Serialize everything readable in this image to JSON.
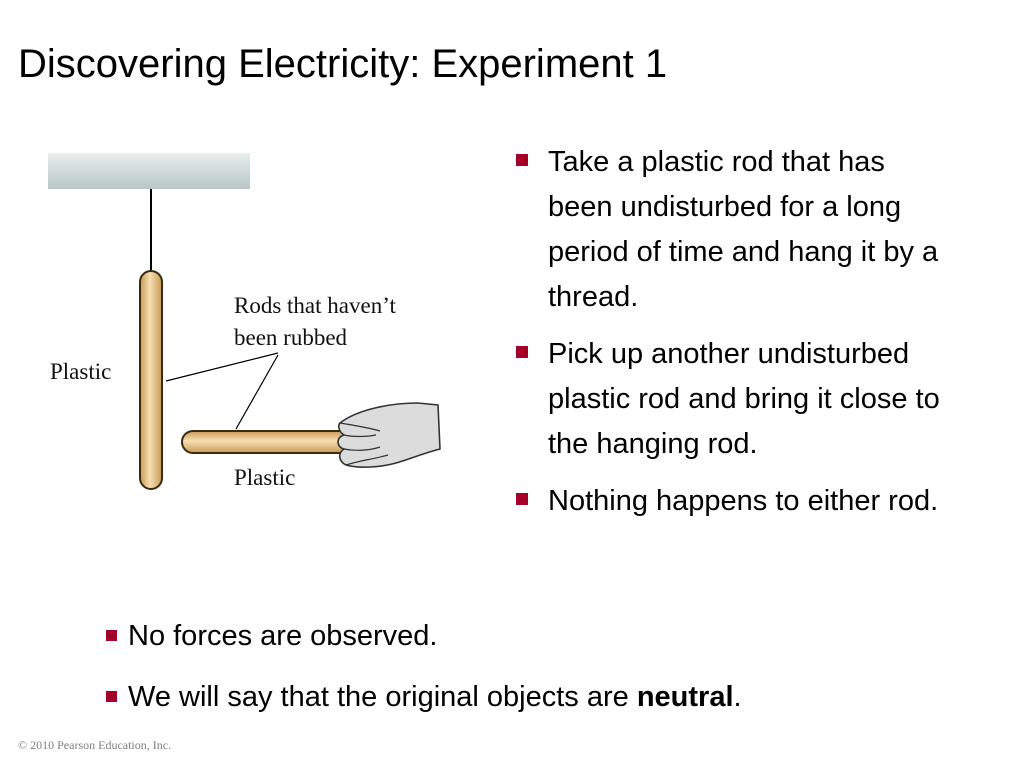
{
  "slide": {
    "title": "Discovering Electricity: Experiment 1"
  },
  "figure": {
    "label_rods": "Rods that haven’t",
    "label_rods_line2": "been rubbed",
    "label_plastic_hanging": "Plastic",
    "label_plastic_held": "Plastic",
    "colors": {
      "rod": "#e9c48a",
      "rod_outline": "#3a2a10",
      "ceiling": "#c9d4d4",
      "hand": "#d9d9d9"
    }
  },
  "right_bullets": [
    "Take a plastic rod that has been undisturbed for a long period of time and hang it by a thread.",
    "Pick up another undisturbed plastic rod and bring it close to the hanging rod.",
    "Nothing happens to either rod."
  ],
  "bottom_bullets": {
    "item1": "No forces are observed.",
    "item2_prefix": "We will say that the original objects are ",
    "item2_bold": "neutral",
    "item2_suffix": "."
  },
  "footer": {
    "copyright": "© 2010 Pearson Education, Inc."
  },
  "colors": {
    "bullet": "#a5002a"
  }
}
